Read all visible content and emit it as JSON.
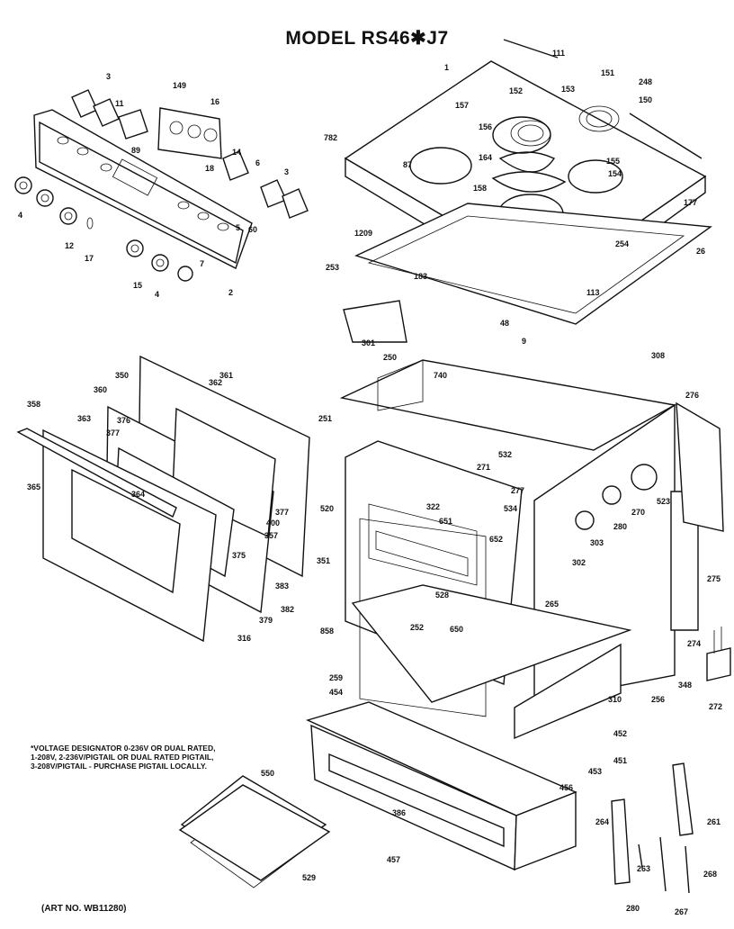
{
  "title": "MODEL RS46✱J7",
  "footnote": {
    "line1": "*VOLTAGE DESIGNATOR 0-236V OR DUAL RATED,",
    "line2": "1-208V, 2-236V/PIGTAIL OR DUAL RATED PIGTAIL,",
    "line3": "3-208V/PIGTAIL - PURCHASE PIGTAIL LOCALLY."
  },
  "art_no": "(ART NO. WB11280)",
  "part_numbers": [
    "3",
    "149",
    "11",
    "16",
    "89",
    "18",
    "14",
    "6",
    "3",
    "5",
    "60",
    "4",
    "12",
    "17",
    "15",
    "4",
    "7",
    "2",
    "111",
    "1",
    "151",
    "248",
    "152",
    "153",
    "157",
    "150",
    "156",
    "164",
    "155",
    "154",
    "158",
    "782",
    "87",
    "177",
    "1209",
    "254",
    "26",
    "253",
    "183",
    "113",
    "301",
    "48",
    "9",
    "250",
    "308",
    "740",
    "251",
    "276",
    "361",
    "362",
    "350",
    "360",
    "376",
    "358",
    "363",
    "377",
    "365",
    "364",
    "400",
    "377",
    "357",
    "375",
    "351",
    "532",
    "271",
    "520",
    "322",
    "277",
    "651",
    "534",
    "652",
    "523",
    "270",
    "280",
    "303",
    "302",
    "528",
    "265",
    "275",
    "383",
    "382",
    "379",
    "316",
    "858",
    "252",
    "650",
    "259",
    "274",
    "454",
    "256",
    "348",
    "272",
    "310",
    "452",
    "451",
    "453",
    "456",
    "386",
    "550",
    "261",
    "264",
    "263",
    "280",
    "267",
    "268",
    "457",
    "529"
  ]
}
